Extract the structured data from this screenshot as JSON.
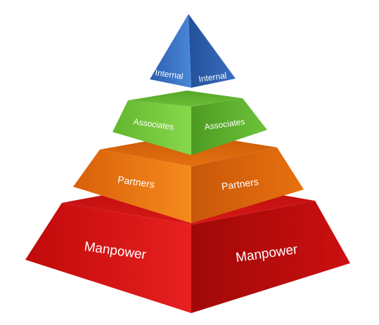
{
  "pyramid": {
    "tiers": [
      {
        "left_label": "Internal",
        "right_label": "Internal",
        "color": "#3a6fc0"
      },
      {
        "left_label": "Associates",
        "right_label": "Associates",
        "color": "#6cc43a"
      },
      {
        "left_label": "Partners",
        "right_label": "Partners",
        "color": "#e8720c"
      },
      {
        "left_label": "Manpower",
        "right_label": "Manpower",
        "color": "#cc1010"
      }
    ]
  }
}
